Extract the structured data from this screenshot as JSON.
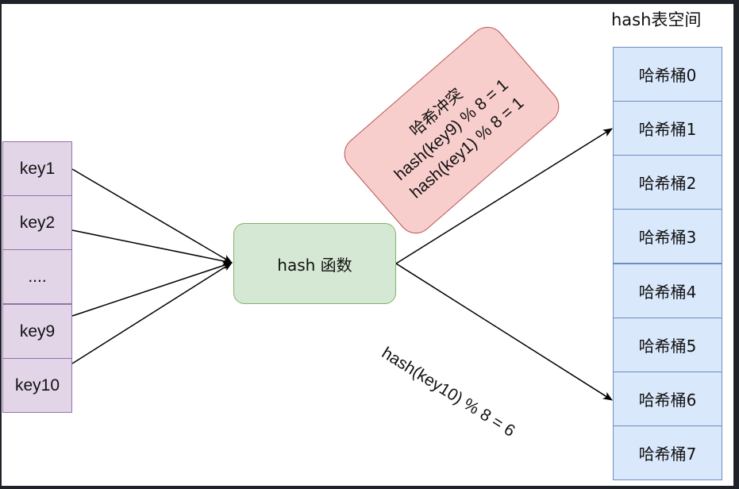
{
  "diagram": {
    "keys": [
      "key1",
      "key2",
      "....",
      "key9",
      "key10"
    ],
    "hash_function": "hash 函数",
    "table_title": "hash表空间",
    "buckets": [
      "哈希桶0",
      "哈希桶1",
      "哈希桶2",
      "哈希桶3",
      "哈希桶4",
      "哈希桶5",
      "哈希桶6",
      "哈希桶7"
    ],
    "collision_note": {
      "title": "哈希冲突",
      "line1": "hash(key9) % 8 = 1",
      "line2": "hash(key1) % 8 = 1"
    },
    "edge_label": "hash(key10) % 8 = 6",
    "edges": [
      {
        "from": "key1",
        "to": "hash 函数"
      },
      {
        "from": "key2",
        "to": "hash 函数"
      },
      {
        "from": "key9",
        "to": "hash 函数"
      },
      {
        "from": "key10",
        "to": "hash 函数"
      },
      {
        "from": "hash 函数",
        "to": "哈希桶1"
      },
      {
        "from": "hash 函数",
        "to": "哈希桶6"
      }
    ],
    "colors": {
      "key_fill": "#e1d5e7",
      "key_stroke": "#9673a6",
      "bucket_fill": "#dae8fc",
      "bucket_stroke": "#6c8ebf",
      "function_fill": "#d5e8d4",
      "function_stroke": "#82b366",
      "collision_fill": "#f8cecc",
      "collision_stroke": "#b85450"
    }
  }
}
